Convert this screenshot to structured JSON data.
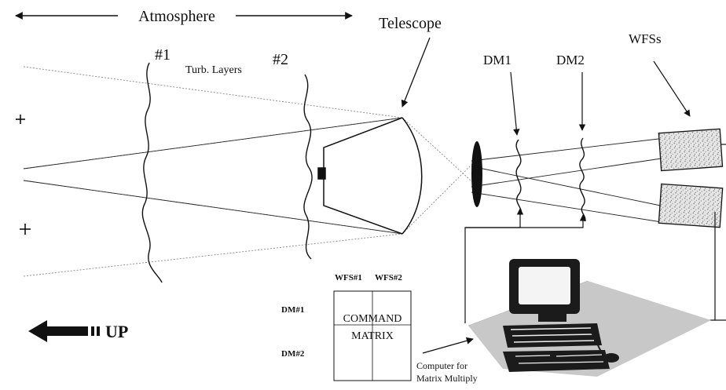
{
  "labels": {
    "atmosphere": "Atmosphere",
    "telescope": "Telescope",
    "wfss": "WFSs",
    "layer1": "#1",
    "layer2": "#2",
    "turb_layers": "Turb. Layers",
    "dm1": "DM1",
    "dm2": "DM2",
    "up": "UP"
  },
  "matrix": {
    "col1": "WFS#1",
    "col2": "WFS#2",
    "row1": "DM#1",
    "row2": "DM#2",
    "line1": "COMMAND",
    "line2": "MATRIX"
  },
  "computer_caption": {
    "line1": "Computer for",
    "line2": "Matrix Multiply"
  },
  "icons": [
    "star-icon",
    "computer-icon",
    "left-arrow-icon"
  ]
}
